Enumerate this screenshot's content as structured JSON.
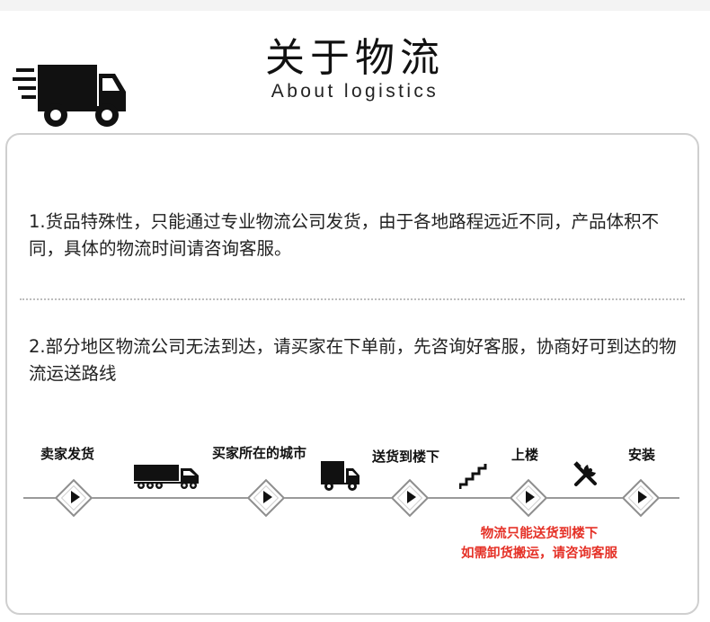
{
  "header": {
    "title": "关于物流",
    "subtitle": "About logistics",
    "icon": "delivery-truck-icon"
  },
  "content": {
    "para1": "1.货品特殊性，只能通过专业物流公司发货，由于各地路程远近不同，产品体积不同，具体的物流时间请咨询客服。",
    "para2": "2.部分地区物流公司无法到达，请买家在下单前，先咨询好客服，协商好可到达的物流运送路线"
  },
  "timeline": {
    "steps": [
      {
        "label": "卖家发货",
        "icon": ""
      },
      {
        "label": "买家所在的城市",
        "icon": "semi-truck-icon"
      },
      {
        "label": "送货到楼下",
        "icon": "box-truck-icon"
      },
      {
        "label": "上楼",
        "icon": "stairs-icon"
      },
      {
        "label": "安装",
        "icon": "tools-icon"
      }
    ],
    "note_line1": "物流只能送货到楼下",
    "note_line2": "如需卸货搬运，请咨询客服"
  },
  "colors": {
    "note": "#e53228",
    "border": "#cfcfcf",
    "text": "#222222"
  }
}
